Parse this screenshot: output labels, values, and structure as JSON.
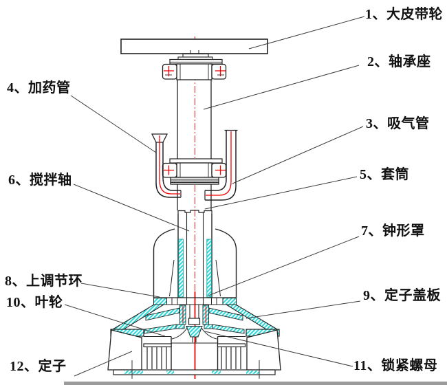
{
  "labels": [
    {
      "num": "1",
      "name": "大皮带轮",
      "text": "1、大皮带轮"
    },
    {
      "num": "2",
      "name": "轴承座",
      "text": "2、轴承座"
    },
    {
      "num": "3",
      "name": "吸气管",
      "text": "3、吸气管"
    },
    {
      "num": "4",
      "name": "加药管",
      "text": "4、加药管"
    },
    {
      "num": "5",
      "name": "套筒",
      "text": "5、套筒"
    },
    {
      "num": "6",
      "name": "搅拌轴",
      "text": "6、搅拌轴"
    },
    {
      "num": "7",
      "name": "钟形罩",
      "text": "7、钟形罩"
    },
    {
      "num": "8",
      "name": "上调节环",
      "text": "8、上调节环"
    },
    {
      "num": "9",
      "name": "定子盖板",
      "text": "9、定子盖板"
    },
    {
      "num": "10",
      "name": "叶轮",
      "text": "10、叶轮"
    },
    {
      "num": "11",
      "name": "锁紧螺母",
      "text": "11、锁紧螺母"
    },
    {
      "num": "12",
      "name": "定子",
      "text": "12、定子"
    }
  ],
  "colors": {
    "centerline_red": "#f00000",
    "hatch_cyan": "#2fd8d8",
    "line_black": "#222222",
    "background": "#ffffff",
    "bottom_bar_gray": "#9b9b9b"
  }
}
